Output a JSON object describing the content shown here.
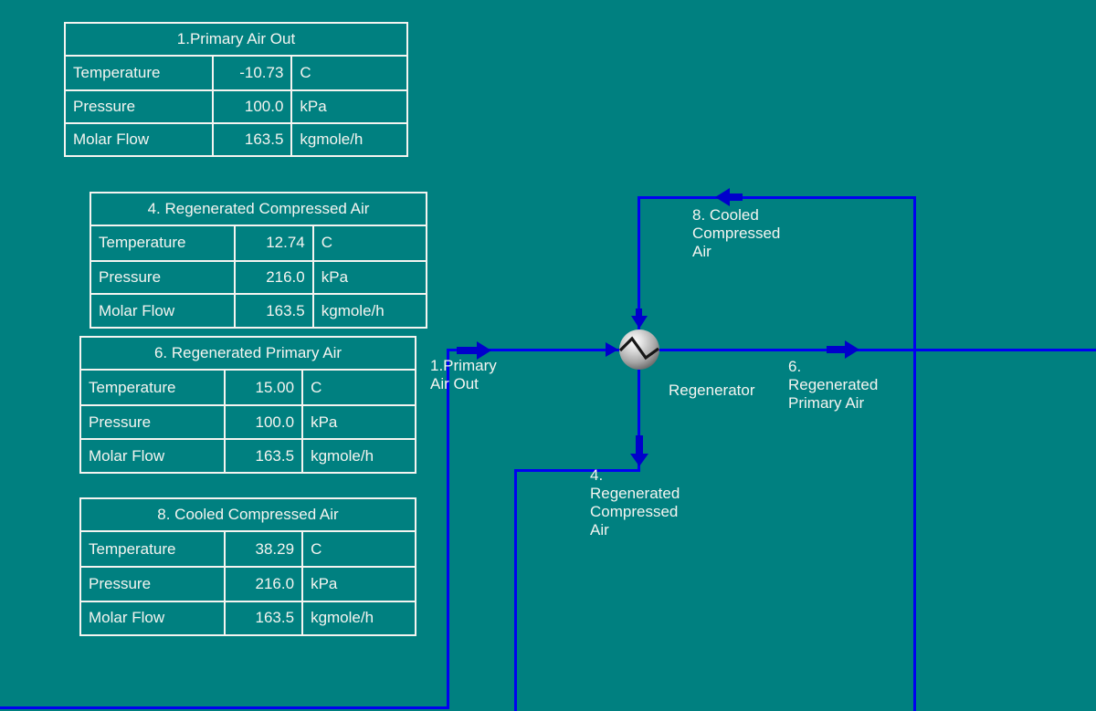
{
  "app": {
    "background_color": "#008080",
    "stream_line_color": "#0101f0",
    "arrow_color": "#0000cc",
    "text_color": "#f4f4f0"
  },
  "tables": [
    {
      "title": "1.Primary Air Out",
      "rows": [
        {
          "label": "Temperature",
          "value": "-10.73",
          "unit": "C"
        },
        {
          "label": "Pressure",
          "value": "100.0",
          "unit": "kPa"
        },
        {
          "label": "Molar Flow",
          "value": "163.5",
          "unit": "kgmole/h"
        }
      ]
    },
    {
      "title": "4. Regenerated Compressed Air",
      "rows": [
        {
          "label": "Temperature",
          "value": "12.74",
          "unit": "C"
        },
        {
          "label": "Pressure",
          "value": "216.0",
          "unit": "kPa"
        },
        {
          "label": "Molar Flow",
          "value": "163.5",
          "unit": "kgmole/h"
        }
      ]
    },
    {
      "title": "6. Regenerated Primary Air",
      "rows": [
        {
          "label": "Temperature",
          "value": "15.00",
          "unit": "C"
        },
        {
          "label": "Pressure",
          "value": "100.0",
          "unit": "kPa"
        },
        {
          "label": "Molar Flow",
          "value": "163.5",
          "unit": "kgmole/h"
        }
      ]
    },
    {
      "title": "8. Cooled Compressed Air",
      "rows": [
        {
          "label": "Temperature",
          "value": "38.29",
          "unit": "C"
        },
        {
          "label": "Pressure",
          "value": "216.0",
          "unit": "kPa"
        },
        {
          "label": "Molar Flow",
          "value": "163.5",
          "unit": "kgmole/h"
        }
      ]
    }
  ],
  "flowsheet": {
    "unit": {
      "name": "Regenerator",
      "icon": "heat-exchanger-icon"
    },
    "labels": [
      {
        "stream": "1",
        "lines": [
          "1.Primary",
          "Air Out"
        ]
      },
      {
        "stream": "8",
        "lines": [
          "8. Cooled",
          "Compressed",
          "Air"
        ]
      },
      {
        "stream": "6",
        "lines": [
          "6.",
          "Regenerated",
          "Primary Air"
        ]
      },
      {
        "stream": "4",
        "lines": [
          "4.",
          "Regenerated",
          "Compressed",
          "Air"
        ]
      }
    ]
  }
}
